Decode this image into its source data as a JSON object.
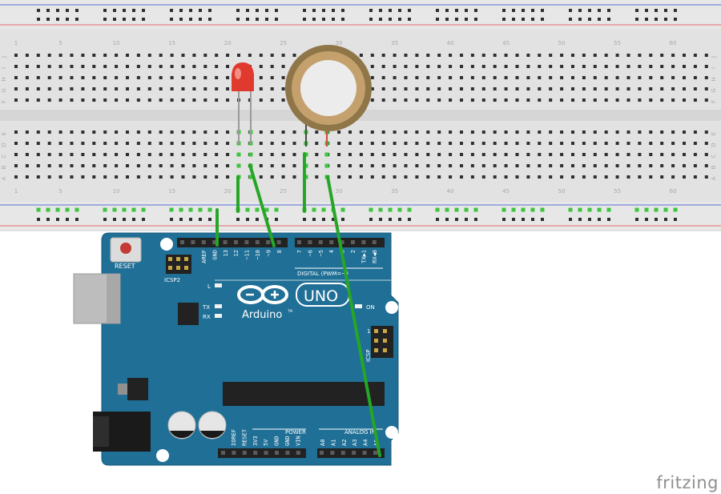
{
  "breadboard": {
    "columns": 63,
    "column_labels": [
      "1",
      "5",
      "10",
      "15",
      "20",
      "25",
      "30",
      "35",
      "40",
      "45",
      "50",
      "55",
      "60"
    ],
    "rows_top": [
      "J",
      "I",
      "H",
      "G",
      "F"
    ],
    "rows_bottom": [
      "E",
      "D",
      "C",
      "B",
      "A"
    ]
  },
  "components": {
    "led": "LED (red)",
    "piezo": "Piezo disk"
  },
  "arduino": {
    "logo_text": "Arduino",
    "tm": "TM",
    "model": "UNO",
    "reset": "RESET",
    "icsp2": "ICSP2",
    "icsp": "ICSP",
    "icsp_pin1": "1",
    "led_l": "L",
    "led_tx": "TX",
    "led_rx": "RX",
    "led_on": "ON",
    "digital_label": "DIGITAL (PWM=~)",
    "power_label": "POWER",
    "analog_label": "ANALOG IN",
    "header_top_left": [
      "AREF",
      "GND",
      "13",
      "12",
      "~11",
      "~10",
      "~9",
      "8"
    ],
    "header_top_right": [
      "7",
      "~6",
      "~5",
      "4",
      "~3",
      "2",
      "TX▶1",
      "RX◀0"
    ],
    "header_power": [
      "IOREF",
      "RESET",
      "3V3",
      "5V",
      "GND",
      "GND",
      "VIN"
    ],
    "header_analog": [
      "A0",
      "A1",
      "A2",
      "A3",
      "A4",
      "A5"
    ]
  },
  "watermark": "fritzing",
  "colors": {
    "board_blue": "#1f6f96",
    "wire_green": "#26a626",
    "breadboard": "#e5e5e5",
    "led_red": "#e03a2e"
  }
}
